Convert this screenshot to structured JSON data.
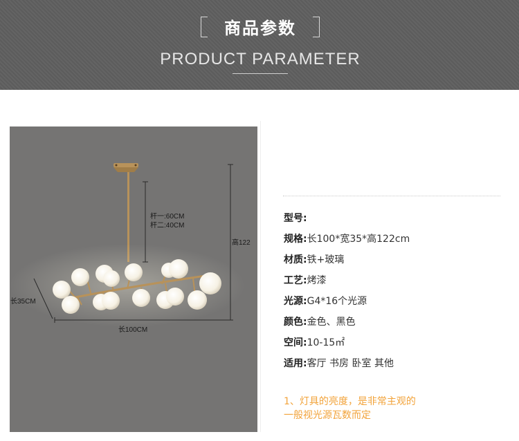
{
  "header": {
    "title_cn": "商品参数",
    "title_en": "PRODUCT PARAMETER"
  },
  "photo": {
    "dim_rod1": "杆一:60CM",
    "dim_rod2": "杆二:40CM",
    "dim_height": "高122",
    "dim_width": "长35CM",
    "dim_length": "长100CM",
    "colors": {
      "background": "#757473",
      "brass": "#b8925a",
      "globe": "#f6f1e4"
    }
  },
  "specs": [
    {
      "label": "型号:",
      "value": ""
    },
    {
      "label": "规格:",
      "value": "长100*宽35*高122cm"
    },
    {
      "label": "材质:",
      "value": "铁+玻璃"
    },
    {
      "label": "工艺:",
      "value": "烤漆"
    },
    {
      "label": "光源:",
      "value": "G4*16个光源"
    },
    {
      "label": "颜色:",
      "value": "金色、黑色"
    },
    {
      "label": "空间:",
      "value": "10-15㎡"
    },
    {
      "label": "适用:",
      "value": "客厅 书房 卧室 其他"
    }
  ],
  "note": {
    "line1": "1、灯具的亮度，是非常主观的",
    "line2": "一般视光源瓦数而定"
  },
  "colors": {
    "banner": "#5f5f5f",
    "note": "#f2a33a",
    "text": "#333333"
  }
}
